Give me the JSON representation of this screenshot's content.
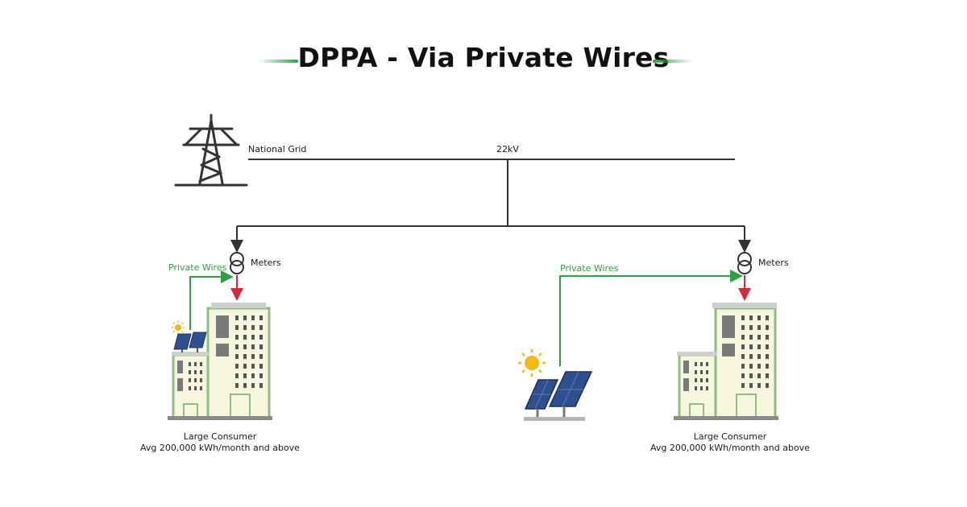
{
  "title": "DPPA - Via Private Wires",
  "grid": {
    "label": "National Grid",
    "voltage": "22kV"
  },
  "left_site": {
    "private_wires": "Private Wires",
    "meters": "Meters",
    "consumer_line1": "Large Consumer",
    "consumer_line2": "Avg 200,000 kWh/month and above"
  },
  "right_site": {
    "private_wires": "Private Wires",
    "meters": "Meters",
    "consumer_line1": "Large Consumer",
    "consumer_line2": "Avg 200,000 kWh/month and above"
  },
  "colors": {
    "private_wire": "#2ea043",
    "grid_line": "#333333",
    "meter_feed": "#d62839",
    "building": "#f6f6df",
    "building_outline": "#8fbc83",
    "panel": "#2f4f8f",
    "sun": "#f5b915"
  },
  "icons": [
    "transmission-tower-icon",
    "meter-icon",
    "sun-icon",
    "solar-panel-icon",
    "building-icon"
  ]
}
